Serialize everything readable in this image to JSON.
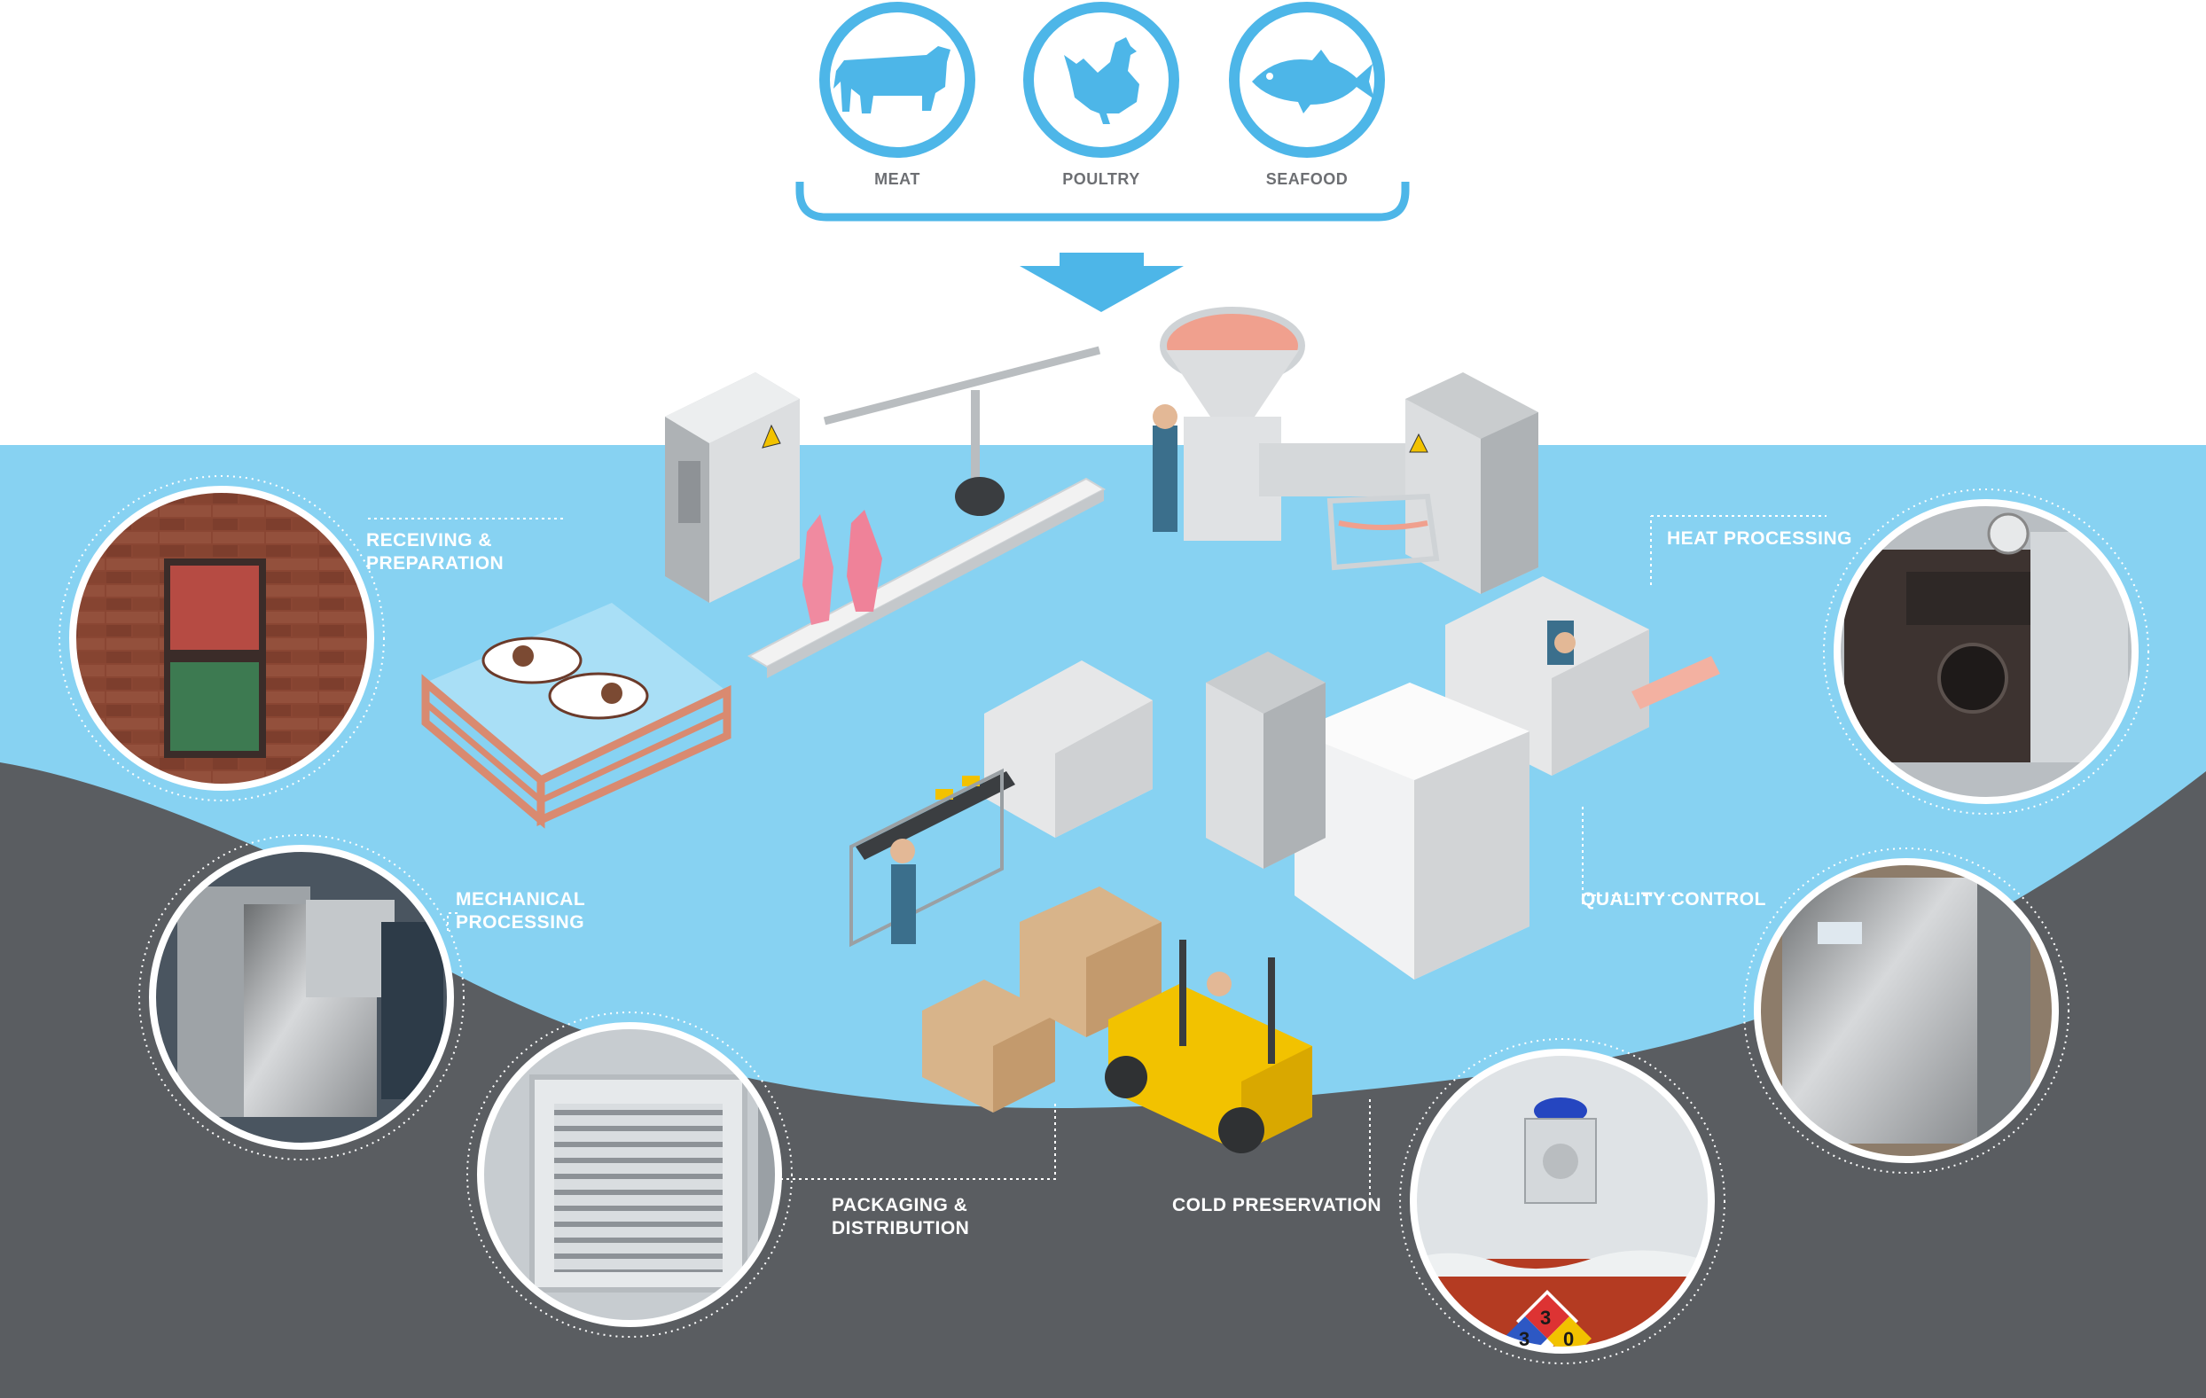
{
  "sources": [
    {
      "label": "MEAT",
      "icon": "cow-icon"
    },
    {
      "label": "POULTRY",
      "icon": "chicken-icon"
    },
    {
      "label": "SEAFOOD",
      "icon": "fish-icon"
    }
  ],
  "stages": {
    "receiving": "RECEIVING &\nPREPARATION",
    "mechanical": "MECHANICAL\nPROCESSING",
    "packaging": "PACKAGING &\nDISTRIBUTION",
    "cold": "COLD PRESERVATION",
    "quality": "QUALITY CONTROL",
    "heat": "HEAT PROCESSING"
  },
  "hazard_label": {
    "top": "3",
    "left": "3",
    "right": "0"
  },
  "colors": {
    "accent_blue": "#4db6e8",
    "floor_blue": "#87d2f2",
    "dark_gray": "#5a5d61",
    "label_gray": "#6d6f73"
  }
}
